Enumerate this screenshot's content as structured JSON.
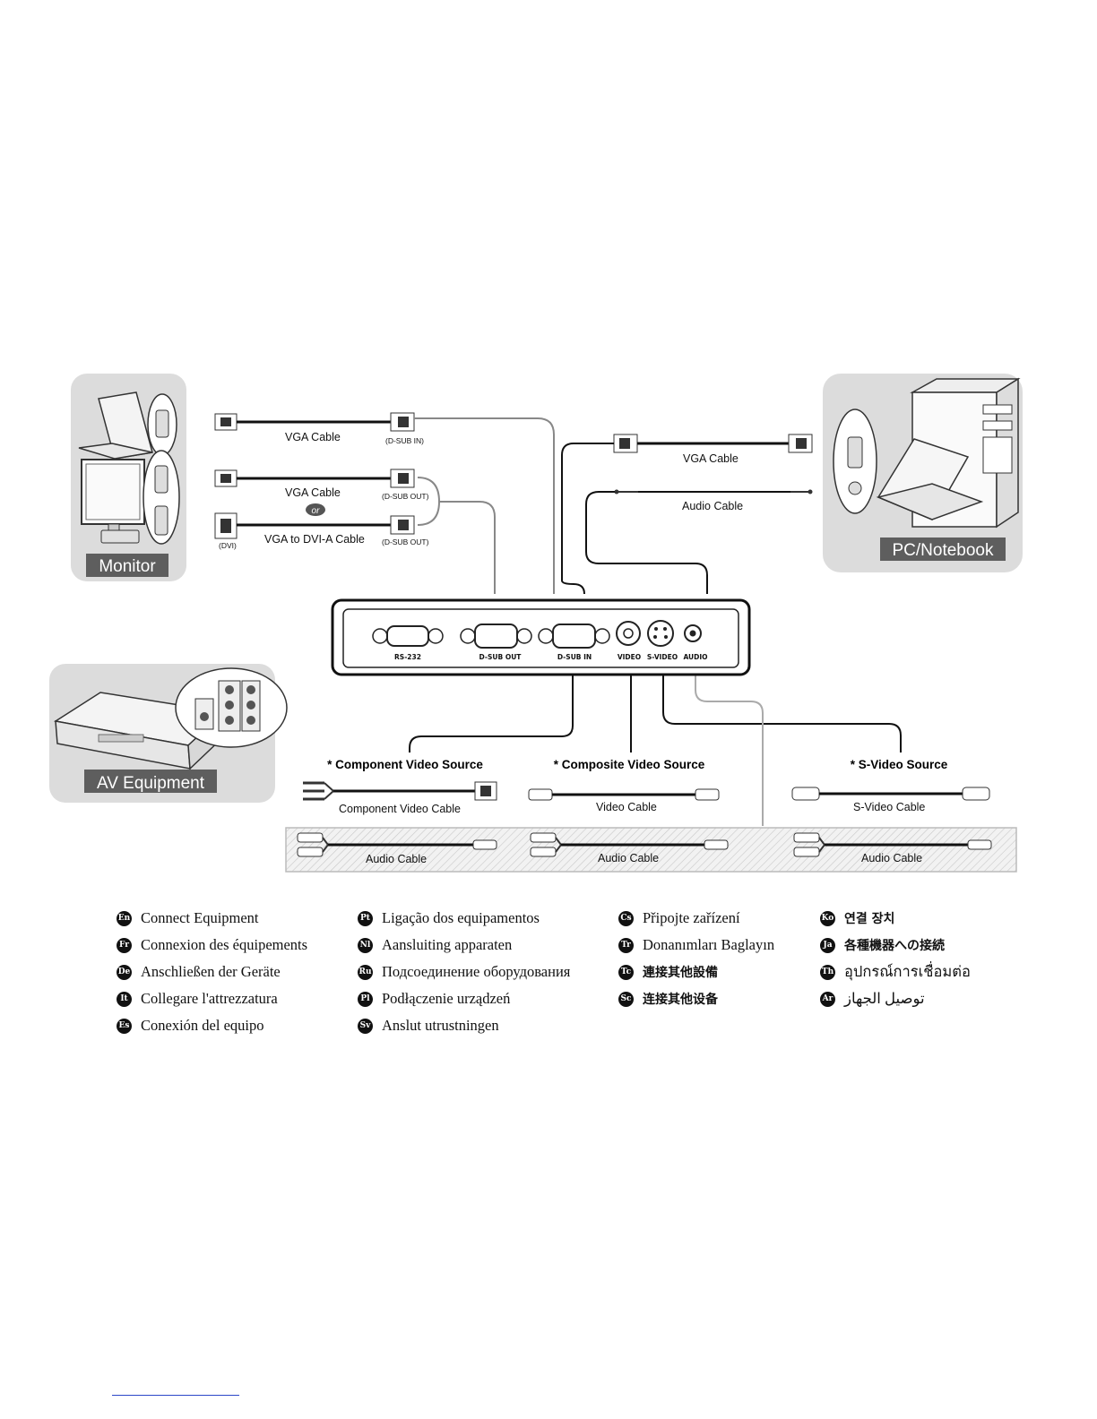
{
  "devices": {
    "monitor": "Monitor",
    "pc": "PC/Notebook",
    "av": "AV Equipment"
  },
  "cables": {
    "vga1": "VGA  Cable",
    "vga2": "VGA  Cable",
    "or": "or",
    "vga_dvi": "VGA to DVI-A Cable",
    "dvi_tag": "(DVI)",
    "dsub_in": "(D-SUB IN)",
    "dsub_out1": "(D-SUB OUT)",
    "dsub_out2": "(D-SUB OUT)",
    "pc_vga": "VGA  Cable",
    "pc_audio": "Audio Cable",
    "component": "Component Video Cable",
    "video": "Video Cable",
    "svideo": "S-Video Cable",
    "audio1": "Audio Cable",
    "audio2": "Audio Cable",
    "audio3": "Audio Cable"
  },
  "sources": {
    "component": "* Component Video Source",
    "composite": "* Composite Video Source",
    "svideo": "* S-Video Source"
  },
  "ports": {
    "rs232": "RS-232",
    "dsub_out": "D-SUB OUT",
    "dsub_in": "D-SUB IN",
    "video": "VIDEO",
    "svideo": "S-VIDEO",
    "audio": "AUDIO"
  },
  "languages": [
    [
      {
        "code": "En",
        "text": "Connect Equipment"
      },
      {
        "code": "Fr",
        "text": "Connexion des équipements"
      },
      {
        "code": "De",
        "text": "Anschließen der Geräte"
      },
      {
        "code": "It",
        "text": "Collegare l'attrezzatura"
      },
      {
        "code": "Es",
        "text": "Conexión del equipo"
      }
    ],
    [
      {
        "code": "Pt",
        "text": "Ligação dos equipamentos"
      },
      {
        "code": "Nl",
        "text": "Aansluiting apparaten"
      },
      {
        "code": "Ru",
        "text": "Подсоединение оборудования"
      },
      {
        "code": "Pl",
        "text": "Podłączenie urządzeń"
      },
      {
        "code": "Sv",
        "text": "Anslut utrustningen"
      }
    ],
    [
      {
        "code": "Cs",
        "text": "Připojte zařízení"
      },
      {
        "code": "Tr",
        "text": "Donanımları Baglayın"
      },
      {
        "code": "Tc",
        "text": "連接其他設備"
      },
      {
        "code": "Sc",
        "text": "连接其他设备"
      }
    ],
    [
      {
        "code": "Ko",
        "text": "연결 장치"
      },
      {
        "code": "Ja",
        "text": "各種機器への接続"
      },
      {
        "code": "Th",
        "text": "อุปกรณ์การเชื่อมต่อ"
      },
      {
        "code": "Ar",
        "text": "توصيل الجهاز"
      }
    ]
  ]
}
